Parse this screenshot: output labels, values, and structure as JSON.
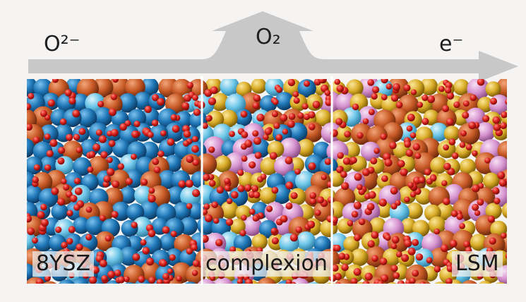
{
  "flow_labels": {
    "oxide_ion": "O²⁻",
    "oxygen": "O₂",
    "electron": "e⁻"
  },
  "regions": {
    "ysz": "8YSZ",
    "complexion": "complexion",
    "lsm": "LSM"
  },
  "colors": {
    "arrow": "#c8c8c8",
    "divider": "#ffffff",
    "oxygen_atom": "#d8201b",
    "zirconium_atom": "#1e76b6",
    "yttrium_atom": "#6cc6e8",
    "lanthanum_atom": "#c85a26",
    "manganese_atom": "#d9ac27",
    "strontium_atom": "#d693cf"
  }
}
